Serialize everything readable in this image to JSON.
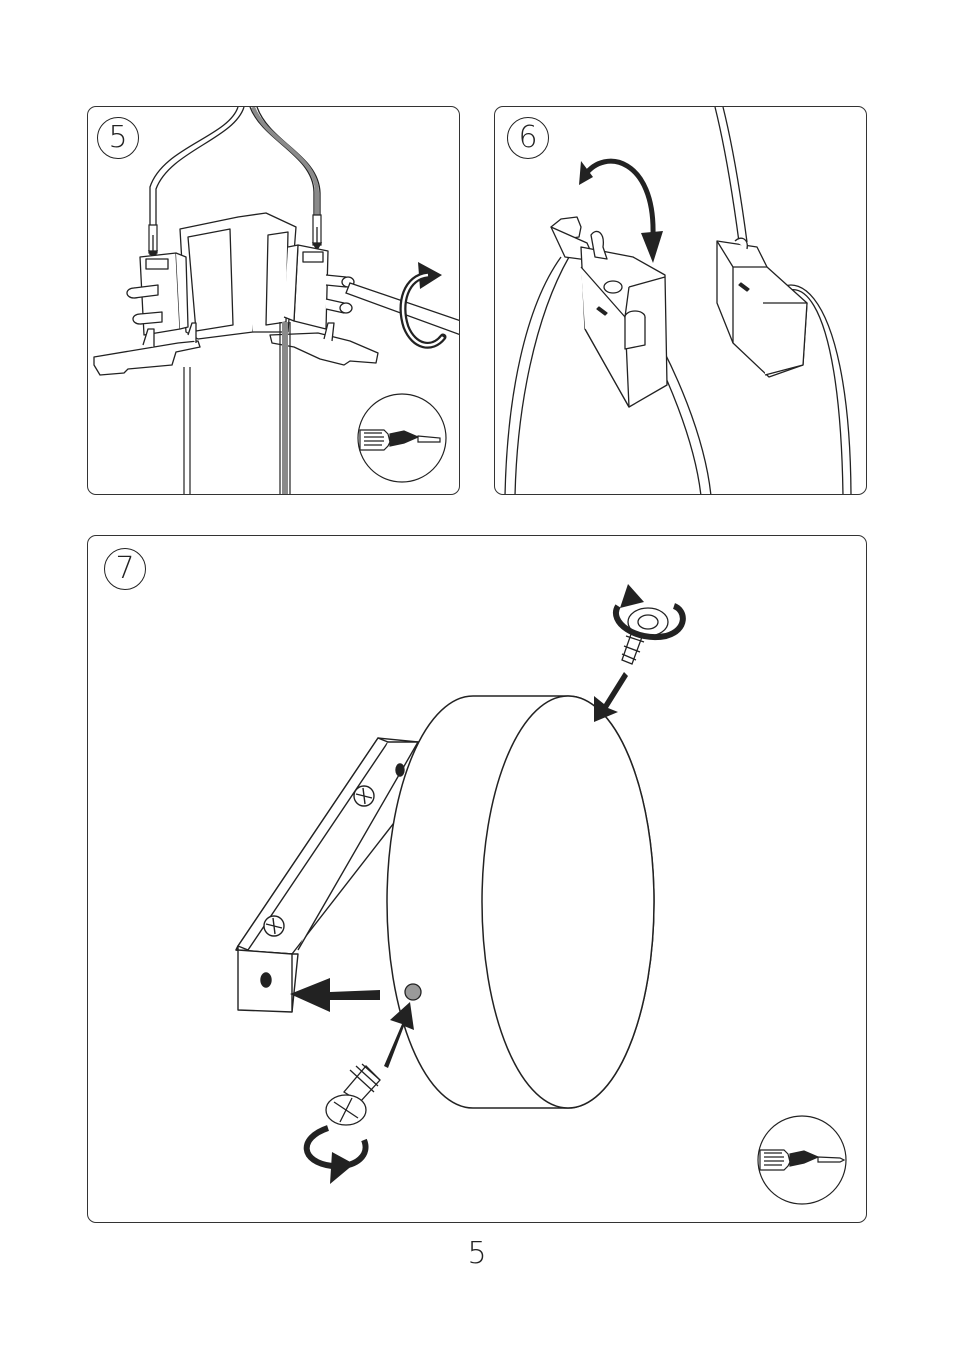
{
  "steps": [
    {
      "number": "5",
      "tool_icon": "screwdriver-icon"
    },
    {
      "number": "6"
    },
    {
      "number": "7",
      "tool_icon": "screwdriver-icon"
    }
  ],
  "page": {
    "number": "5"
  },
  "colors": {
    "line": "#222222",
    "fill": "#ffffff",
    "wire_grey": "#8a8a8a",
    "hole_grey": "#9a9a9a"
  }
}
